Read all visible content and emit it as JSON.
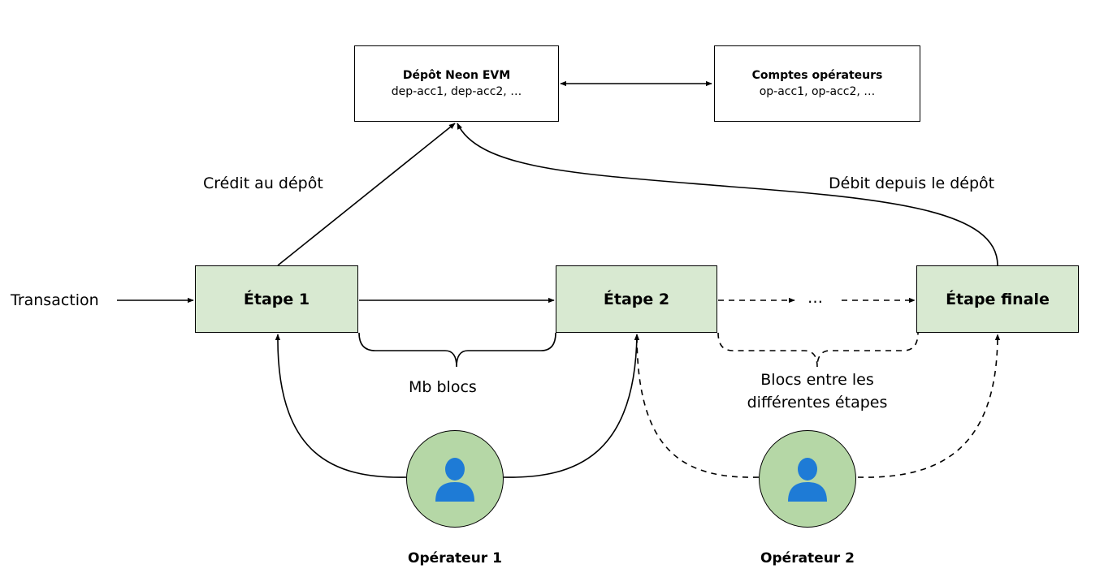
{
  "diagram": {
    "deposit": {
      "title": "Dépôt Neon EVM",
      "accounts": "dep-acc1, dep-acc2, …"
    },
    "operator_accounts": {
      "title": "Comptes opérateurs",
      "accounts": "op-acc1, op-acc2, …"
    },
    "transaction_label": "Transaction",
    "steps": [
      {
        "label": "Étape 1"
      },
      {
        "label": "Étape 2"
      },
      {
        "label": "Étape finale"
      }
    ],
    "ellipsis": "…",
    "credit_label": "Crédit au dépôt",
    "debit_label": "Débit depuis le dépôt",
    "blocks_label": "Mb blocs",
    "blocks_between_line1": "Blocs entre les",
    "blocks_between_line2": "différentes étapes",
    "operators": [
      {
        "label": "Opérateur 1",
        "icon": "user-icon"
      },
      {
        "label": "Opérateur 2",
        "icon": "user-icon"
      }
    ],
    "colors": {
      "step_fill": "#d8e9d1",
      "operator_fill": "#b5d7a6",
      "user_icon": "#1e7bd6"
    }
  }
}
